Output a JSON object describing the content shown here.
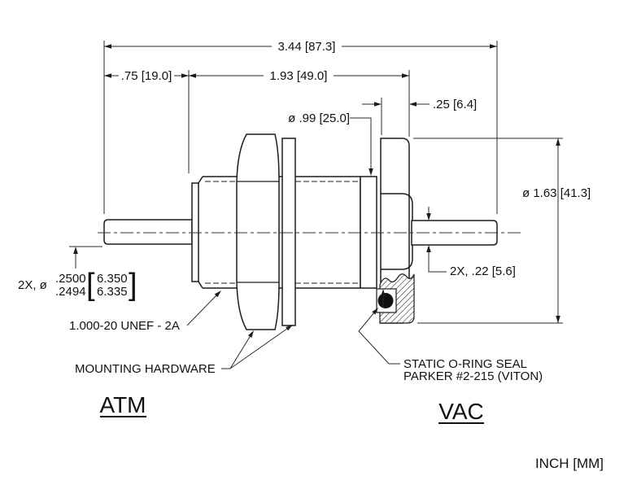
{
  "drawing": {
    "view_labels": {
      "left": "ATM",
      "right": "VAC"
    },
    "units_note": "INCH [MM]",
    "dimensions": {
      "overall_length": "3.44 [87.3]",
      "atm_pin_length": ".75 [19.0]",
      "body_length": "1.93 [49.0]",
      "flange_thickness": ".25 [6.4]",
      "boss_diameter": "ø .99 [25.0]",
      "flange_diameter": "ø 1.63 [41.3]",
      "vac_pin_diameter": "2X, .22 [5.6]",
      "atm_pin_diameter": {
        "prefix": "2X, ø",
        "inch_upper": ".2500",
        "inch_lower": ".2494",
        "bracket_open": "[",
        "mm_upper": "6.350",
        "mm_lower": "6.335",
        "bracket_close": "]"
      }
    },
    "notes": {
      "thread_callout": "1.000-20 UNEF - 2A",
      "mounting_hardware": "MOUNTING HARDWARE",
      "oring_line1": "STATIC O-RING SEAL",
      "oring_line2": "PARKER #2-215 (VITON)"
    },
    "colors": {
      "line": "#1c1c1c",
      "dim_line": "#2a2a2a",
      "oring_fill": "#111111"
    }
  }
}
